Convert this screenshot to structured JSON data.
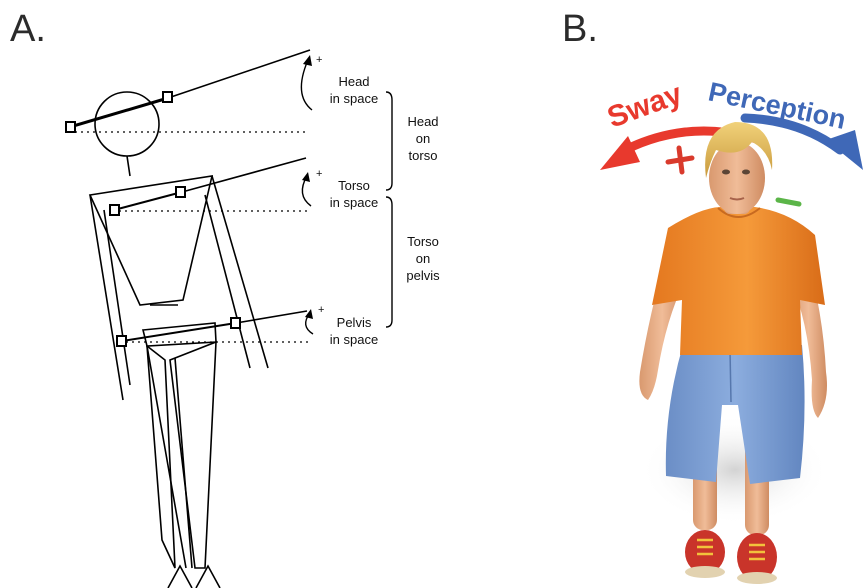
{
  "panel_a": {
    "letter": "A.",
    "labels": {
      "head_line1": "Head",
      "head_line2": "in space",
      "torso_line1": "Torso",
      "torso_line2": "in space",
      "pelvis_line1": "Pelvis",
      "pelvis_line2": "in space",
      "head_on_torso_1": "Head",
      "head_on_torso_2": "on",
      "head_on_torso_3": "torso",
      "torso_on_pelvis_1": "Torso",
      "torso_on_pelvis_2": "on",
      "torso_on_pelvis_3": "pelvis",
      "plus": "+"
    }
  },
  "panel_b": {
    "letter": "B.",
    "sway_label": "Sway",
    "perception_label": "Perception",
    "plus_sign": "+",
    "minus_sign": "–",
    "colors": {
      "sway": "#e8392d",
      "perception": "#3f68b7",
      "plus": "#d93a2c",
      "minus": "#5bb548",
      "shirt": "#f08a2c",
      "shorts": "#7c9fd2",
      "skin": "#e9b08d",
      "hair": "#e7c15e",
      "shoes": "#c9342a"
    }
  }
}
